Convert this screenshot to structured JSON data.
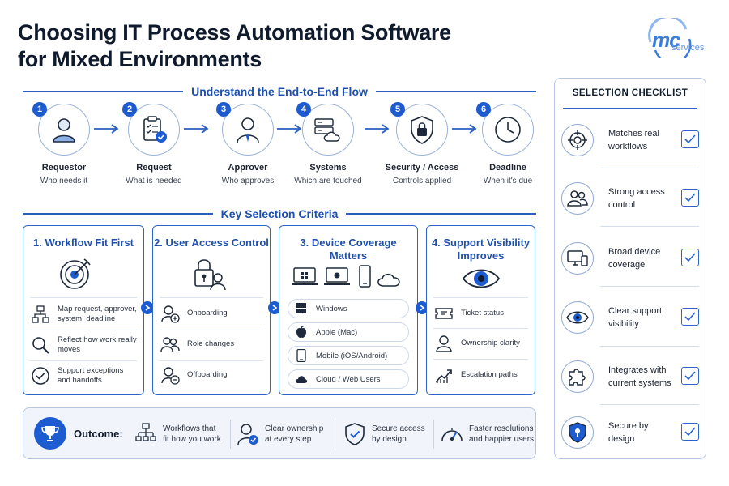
{
  "title": {
    "line1": "Choosing IT Process Automation Software",
    "line2": "for Mixed Environments"
  },
  "logo": {
    "mark": "mc",
    "sub": "services"
  },
  "flow": {
    "heading": "Understand the End-to-End Flow",
    "steps": [
      {
        "num": "1",
        "label": "Requestor",
        "sub": "Who needs it",
        "icon": "person-icon"
      },
      {
        "num": "2",
        "label": "Request",
        "sub": "What is needed",
        "icon": "clipboard-check-icon"
      },
      {
        "num": "3",
        "label": "Approver",
        "sub": "Who approves",
        "icon": "approver-person-icon"
      },
      {
        "num": "4",
        "label": "Systems",
        "sub": "Which are touched",
        "icon": "server-cloud-icon"
      },
      {
        "num": "5",
        "label": "Security / Access",
        "sub": "Controls applied",
        "icon": "shield-lock-icon"
      },
      {
        "num": "6",
        "label": "Deadline",
        "sub": "When it's due",
        "icon": "clock-icon"
      }
    ]
  },
  "criteria": {
    "heading": "Key Selection Criteria",
    "cards": [
      {
        "title": "1. Workflow Fit First",
        "items": [
          {
            "text": "Map request, approver, system, deadline",
            "icon": "flowchart-icon"
          },
          {
            "text": "Reflect how work really moves",
            "icon": "magnifier-icon"
          },
          {
            "text": "Support exceptions and handoffs",
            "icon": "check-circle-icon"
          }
        ]
      },
      {
        "title": "2. User Access Control",
        "items": [
          {
            "text": "Onboarding",
            "icon": "user-add-icon"
          },
          {
            "text": "Role changes",
            "icon": "users-icon"
          },
          {
            "text": "Offboarding",
            "icon": "user-remove-icon"
          }
        ]
      },
      {
        "title_line1": "3. Device Coverage",
        "title_line2": "Matters",
        "items": [
          {
            "text": "Windows",
            "icon": "windows-icon"
          },
          {
            "text": "Apple (Mac)",
            "icon": "apple-icon"
          },
          {
            "text": "Mobile (iOS/Android)",
            "icon": "mobile-icon"
          },
          {
            "text": "Cloud / Web Users",
            "icon": "cloud-icon"
          }
        ]
      },
      {
        "title_line1": "4. Support Visibility",
        "title_line2": "Improves",
        "items": [
          {
            "text": "Ticket status",
            "icon": "ticket-icon"
          },
          {
            "text": "Ownership clarity",
            "icon": "person-outline-icon"
          },
          {
            "text": "Escalation paths",
            "icon": "trend-up-icon"
          }
        ]
      }
    ]
  },
  "outcome": {
    "label": "Outcome:",
    "items": [
      {
        "text1": "Workflows that",
        "text2": "fit how you work",
        "icon": "workflow-icon"
      },
      {
        "text1": "Clear ownership",
        "text2": "at every step",
        "icon": "owner-check-icon"
      },
      {
        "text1": "Secure access",
        "text2": "by design",
        "icon": "shield-check-icon"
      },
      {
        "text1": "Faster resolutions",
        "text2": "and happier users",
        "icon": "speedometer-icon"
      }
    ]
  },
  "checklist": {
    "heading": "SELECTION CHECKLIST",
    "items": [
      {
        "line1": "Matches real",
        "line2": "workflows",
        "icon": "target-icon"
      },
      {
        "line1": "Strong access",
        "line2": "control",
        "icon": "users-icon"
      },
      {
        "line1": "Broad device",
        "line2": "coverage",
        "icon": "devices-icon"
      },
      {
        "line1": "Clear support",
        "line2": "visibility",
        "icon": "eye-icon"
      },
      {
        "line1": "Integrates with",
        "line2": "current systems",
        "icon": "puzzle-icon"
      },
      {
        "line1": "Secure by",
        "line2": "design",
        "icon": "shield-icon"
      }
    ]
  },
  "colors": {
    "accent": "#1d5bd1",
    "heading": "#1e4fae",
    "border": "#2e63c8",
    "title": "#0f1b2d"
  }
}
